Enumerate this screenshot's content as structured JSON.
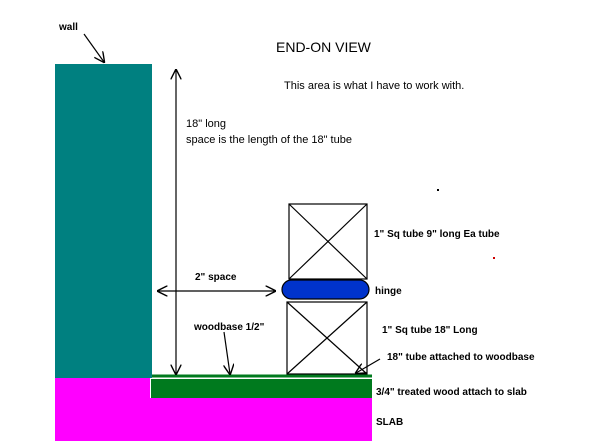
{
  "title": "END-ON VIEW",
  "subtitle": "This area is what I have to work with.",
  "labels": {
    "wall": "wall",
    "length_line1": "18\" long",
    "length_line2": "space  is the length of the 18\" tube",
    "space": "2\" space",
    "upper_tube": "1\" Sq tube  9\" long Ea  tube",
    "hinge": "hinge",
    "woodbase": "woodbase 1/2\"",
    "lower_tube": "1\" Sq tube  18\" Long",
    "attached": "18\" tube attached to woodbase",
    "treated_wood": "3/4\" treated wood attach to slab",
    "slab": "SLAB"
  },
  "colors": {
    "wall": "#008080",
    "slab": "#ff00ff",
    "wood": "#007a1e",
    "hinge": "#0033cc",
    "line": "#000000"
  }
}
